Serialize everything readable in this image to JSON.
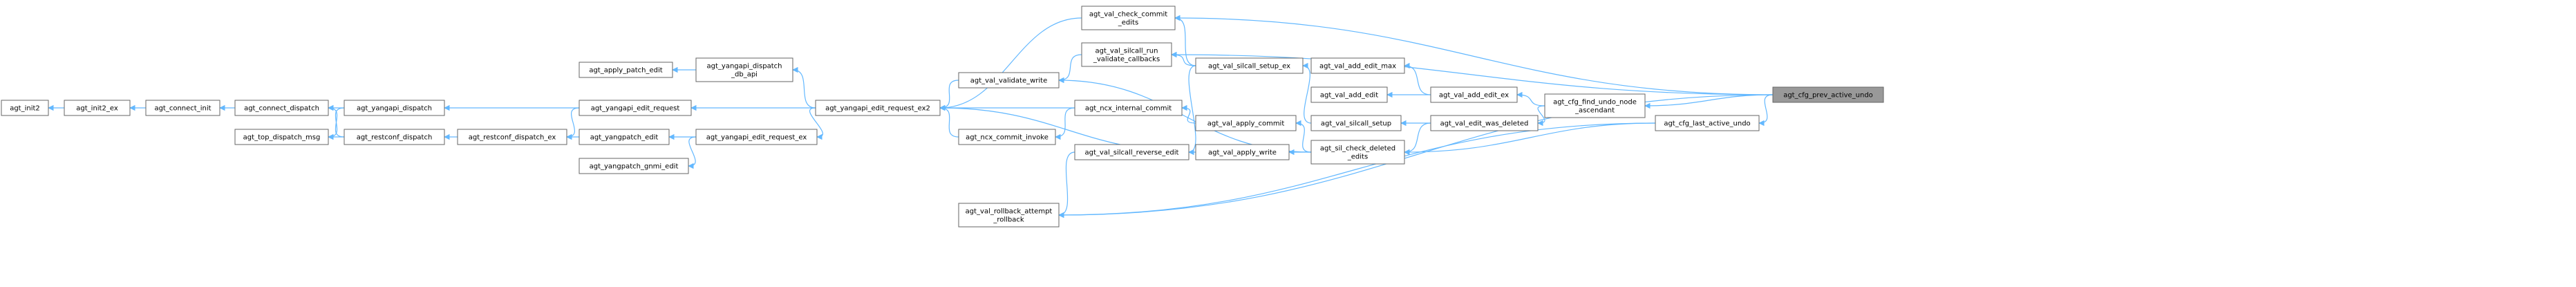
{
  "nodes": [
    {
      "id": "agt_init2",
      "lines": [
        "agt_init2"
      ]
    },
    {
      "id": "agt_init2_ex",
      "lines": [
        "agt_init2_ex"
      ]
    },
    {
      "id": "agt_connect_init",
      "lines": [
        "agt_connect_init"
      ]
    },
    {
      "id": "agt_connect_dispatch",
      "lines": [
        "agt_connect_dispatch"
      ]
    },
    {
      "id": "agt_top_dispatch_msg",
      "lines": [
        "agt_top_dispatch_msg"
      ]
    },
    {
      "id": "agt_yangapi_dispatch",
      "lines": [
        "agt_yangapi_dispatch"
      ]
    },
    {
      "id": "agt_restconf_dispatch",
      "lines": [
        "agt_restconf_dispatch"
      ]
    },
    {
      "id": "agt_restconf_dispatch_ex",
      "lines": [
        "agt_restconf_dispatch_ex"
      ]
    },
    {
      "id": "agt_apply_patch_edit",
      "lines": [
        "agt_apply_patch_edit"
      ]
    },
    {
      "id": "agt_yangapi_edit_request",
      "lines": [
        "agt_yangapi_edit_request"
      ]
    },
    {
      "id": "agt_yangpatch_edit",
      "lines": [
        "agt_yangpatch_edit"
      ]
    },
    {
      "id": "agt_yangpatch_gnmi_edit",
      "lines": [
        "agt_yangpatch_gnmi_edit"
      ]
    },
    {
      "id": "agt_yangapi_dispatch_db_api",
      "lines": [
        "agt_yangapi_dispatch",
        "_db_api"
      ]
    },
    {
      "id": "agt_yangapi_edit_request_ex",
      "lines": [
        "agt_yangapi_edit_request_ex"
      ]
    },
    {
      "id": "agt_yangapi_edit_request_ex2",
      "lines": [
        "agt_yangapi_edit_request_ex2"
      ]
    },
    {
      "id": "agt_val_check_commit_edits",
      "lines": [
        "agt_val_check_commit",
        "_edits"
      ]
    },
    {
      "id": "agt_val_validate_write",
      "lines": [
        "agt_val_validate_write"
      ]
    },
    {
      "id": "agt_val_silcall_run_validate_callbacks",
      "lines": [
        "agt_val_silcall_run",
        "_validate_callbacks"
      ]
    },
    {
      "id": "agt_ncx_internal_commit",
      "lines": [
        "agt_ncx_internal_commit"
      ]
    },
    {
      "id": "agt_ncx_commit_invoke",
      "lines": [
        "agt_ncx_commit_invoke"
      ]
    },
    {
      "id": "agt_val_silcall_reverse_edit",
      "lines": [
        "agt_val_silcall_reverse_edit"
      ]
    },
    {
      "id": "agt_val_rollback_attempt_rollback",
      "lines": [
        "agt_val_rollback_attempt",
        "_rollback"
      ]
    },
    {
      "id": "agt_val_silcall_setup_ex",
      "lines": [
        "agt_val_silcall_setup_ex"
      ]
    },
    {
      "id": "agt_val_apply_commit",
      "lines": [
        "agt_val_apply_commit"
      ]
    },
    {
      "id": "agt_val_apply_write",
      "lines": [
        "agt_val_apply_write"
      ]
    },
    {
      "id": "agt_val_add_edit_max",
      "lines": [
        "agt_val_add_edit_max"
      ]
    },
    {
      "id": "agt_val_add_edit",
      "lines": [
        "agt_val_add_edit"
      ]
    },
    {
      "id": "agt_val_silcall_setup",
      "lines": [
        "agt_val_silcall_setup"
      ]
    },
    {
      "id": "agt_sil_check_deleted_edits",
      "lines": [
        "agt_sil_check_deleted",
        "_edits"
      ]
    },
    {
      "id": "agt_val_add_edit_ex",
      "lines": [
        "agt_val_add_edit_ex"
      ]
    },
    {
      "id": "agt_val_edit_was_deleted",
      "lines": [
        "agt_val_edit_was_deleted"
      ]
    },
    {
      "id": "agt_cfg_find_undo_node_ascendant",
      "lines": [
        "agt_cfg_find_undo_node",
        "_ascendant"
      ]
    },
    {
      "id": "agt_cfg_last_active_undo",
      "lines": [
        "agt_cfg_last_active_undo"
      ]
    },
    {
      "id": "agt_cfg_prev_active_undo",
      "lines": [
        "agt_cfg_prev_active_undo"
      ],
      "focus": true
    }
  ],
  "edges": [
    [
      "agt_init2_ex",
      "agt_init2"
    ],
    [
      "agt_connect_init",
      "agt_init2_ex"
    ],
    [
      "agt_connect_dispatch",
      "agt_connect_init"
    ],
    [
      "agt_yangapi_dispatch",
      "agt_connect_dispatch"
    ],
    [
      "agt_yangapi_dispatch",
      "agt_top_dispatch_msg"
    ],
    [
      "agt_restconf_dispatch",
      "agt_connect_dispatch"
    ],
    [
      "agt_restconf_dispatch",
      "agt_top_dispatch_msg"
    ],
    [
      "agt_restconf_dispatch_ex",
      "agt_restconf_dispatch"
    ],
    [
      "agt_yangapi_edit_request",
      "agt_yangapi_dispatch"
    ],
    [
      "agt_yangapi_edit_request",
      "agt_restconf_dispatch_ex"
    ],
    [
      "agt_yangpatch_edit",
      "agt_restconf_dispatch_ex"
    ],
    [
      "agt_yangapi_dispatch_db_api",
      "agt_apply_patch_edit"
    ],
    [
      "agt_yangapi_edit_request_ex",
      "agt_yangpatch_edit"
    ],
    [
      "agt_yangapi_edit_request_ex",
      "agt_yangpatch_gnmi_edit"
    ],
    [
      "agt_yangapi_edit_request_ex2",
      "agt_yangapi_dispatch_db_api"
    ],
    [
      "agt_yangapi_edit_request_ex2",
      "agt_yangapi_edit_request"
    ],
    [
      "agt_yangapi_edit_request_ex2",
      "agt_yangapi_edit_request_ex"
    ],
    [
      "agt_val_check_commit_edits",
      "agt_yangapi_edit_request_ex2"
    ],
    [
      "agt_val_validate_write",
      "agt_yangapi_edit_request_ex2"
    ],
    [
      "agt_ncx_internal_commit",
      "agt_yangapi_edit_request_ex2"
    ],
    [
      "agt_ncx_internal_commit",
      "agt_ncx_commit_invoke"
    ],
    [
      "agt_ncx_commit_invoke",
      "agt_yangapi_edit_request_ex2"
    ],
    [
      "agt_val_silcall_run_validate_callbacks",
      "agt_val_validate_write"
    ],
    [
      "agt_val_silcall_reverse_edit",
      "agt_val_rollback_attempt_rollback"
    ],
    [
      "agt_val_silcall_setup_ex",
      "agt_val_check_commit_edits"
    ],
    [
      "agt_val_silcall_setup_ex",
      "agt_val_silcall_run_validate_callbacks"
    ],
    [
      "agt_val_silcall_setup_ex",
      "agt_val_silcall_reverse_edit"
    ],
    [
      "agt_val_apply_commit",
      "agt_ncx_internal_commit"
    ],
    [
      "agt_val_apply_write",
      "agt_val_silcall_reverse_edit"
    ],
    [
      "agt_val_apply_write",
      "agt_yangapi_edit_request_ex2"
    ],
    [
      "agt_val_silcall_setup",
      "agt_val_silcall_setup_ex"
    ],
    [
      "agt_sil_check_deleted_edits",
      "agt_val_apply_commit"
    ],
    [
      "agt_sil_check_deleted_edits",
      "agt_val_apply_write"
    ],
    [
      "agt_sil_check_deleted_edits",
      "agt_val_validate_write"
    ],
    [
      "agt_val_add_edit_ex",
      "agt_val_add_edit_max"
    ],
    [
      "agt_val_add_edit_ex",
      "agt_val_add_edit"
    ],
    [
      "agt_val_edit_was_deleted",
      "agt_val_silcall_setup"
    ],
    [
      "agt_val_edit_was_deleted",
      "agt_sil_check_deleted_edits"
    ],
    [
      "agt_cfg_find_undo_node_ascendant",
      "agt_val_add_edit_ex"
    ],
    [
      "agt_cfg_find_undo_node_ascendant",
      "agt_val_edit_was_deleted"
    ],
    [
      "agt_cfg_last_active_undo",
      "agt_sil_check_deleted_edits"
    ],
    [
      "agt_cfg_last_active_undo",
      "agt_val_rollback_attempt_rollback"
    ],
    [
      "agt_cfg_prev_active_undo",
      "agt_cfg_find_undo_node_ascendant"
    ],
    [
      "agt_cfg_prev_active_undo",
      "agt_cfg_last_active_undo"
    ],
    [
      "agt_cfg_prev_active_undo",
      "agt_val_check_commit_edits"
    ],
    [
      "agt_cfg_prev_active_undo",
      "agt_val_silcall_run_validate_callbacks"
    ],
    [
      "agt_cfg_prev_active_undo",
      "agt_val_rollback_attempt_rollback"
    ]
  ],
  "colors": {
    "edge": "#63b8ff",
    "node_border": "#666666",
    "focus_fill": "#999999"
  }
}
